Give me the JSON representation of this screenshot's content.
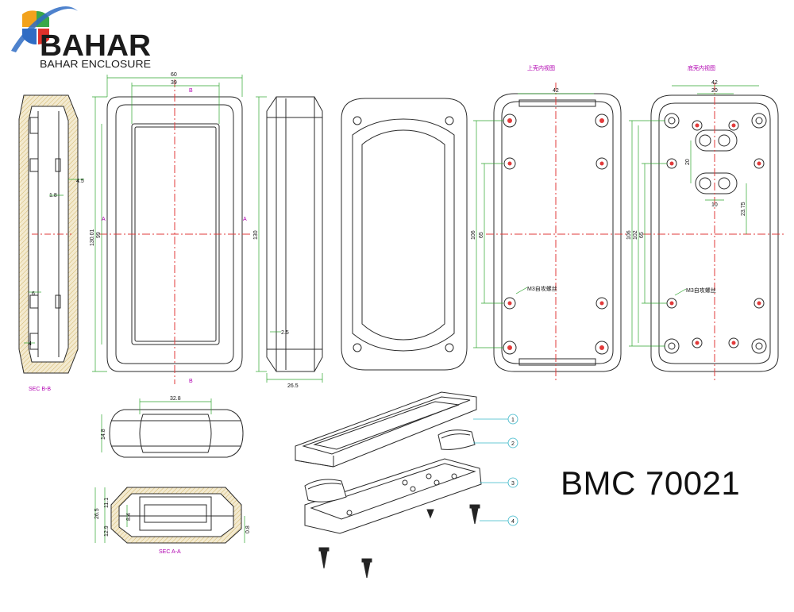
{
  "brand": {
    "name": "BAHAR",
    "tagline": "BAHAR ENCLOSURE",
    "colors": {
      "orange": "#f2a21c",
      "green": "#3aa84a",
      "red": "#e0312b",
      "blue": "#2f6cc4",
      "dark": "#1b1b1b"
    }
  },
  "model": "BMC 70021",
  "colors": {
    "line": "#2b2b2b",
    "dim": "#2fa52f",
    "center": "#e23a3a",
    "hatch": "#e7d58e",
    "callout": "#38b6c9",
    "caption": "#b000b0"
  },
  "captions": {
    "sec_bb": "SEC B-B",
    "sec_aa": "SEC A-A",
    "top_inner": "上壳内视图",
    "bottom_inner": "底壳内视图",
    "screw_top": "M3自攻螺丝",
    "screw_bottom": "M3自攻螺丝"
  },
  "section_marks": {
    "a": "A",
    "b": "B"
  },
  "dimensions": {
    "sec_bb": {
      "wall": "4.5",
      "rib": "1.8",
      "step1": "6",
      "step2": "4"
    },
    "front": {
      "width": "60",
      "inner_width": "39",
      "height": "130.01",
      "inner_height": "99"
    },
    "side": {
      "height": "130",
      "depth": "26.5",
      "lip": "2.5"
    },
    "top_view": {
      "width": "42",
      "h1": "106",
      "h2": "65"
    },
    "bottom_view": {
      "width": "42",
      "inner": "20",
      "v1": "106",
      "v2": "102",
      "v3": "65",
      "boss_gap": "20",
      "hole_gap": "10",
      "offset": "23.75"
    },
    "end": {
      "window": "32.8",
      "height": "14.8"
    },
    "sec_aa": {
      "total": "26.5",
      "upper": "11.1",
      "lower": "12.9",
      "inner": "8.4",
      "wall": "0.8"
    }
  },
  "callouts": [
    "1",
    "2",
    "3",
    "4"
  ]
}
